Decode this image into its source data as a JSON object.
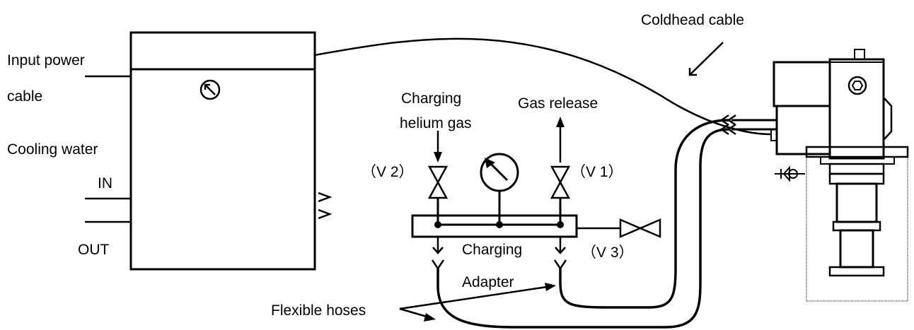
{
  "labels": {
    "input_power_1": "Input power",
    "input_power_2": "cable",
    "cooling_water": "Cooling water",
    "water_in": "IN",
    "water_out": "OUT",
    "charging_helium_1": "Charging",
    "charging_helium_2": "helium gas",
    "gas_release": "Gas release",
    "valve_v2": "（V 2）",
    "valve_v1": "（V 1）",
    "valve_v3": "（V 3）",
    "charging_adapter_1": "Charging",
    "charging_adapter_2": "Adapter",
    "flexible_hoses": "Flexible hoses",
    "coldhead_cable": "Coldhead cable"
  },
  "colors": {
    "line": "#000000",
    "background": "#ffffff"
  }
}
